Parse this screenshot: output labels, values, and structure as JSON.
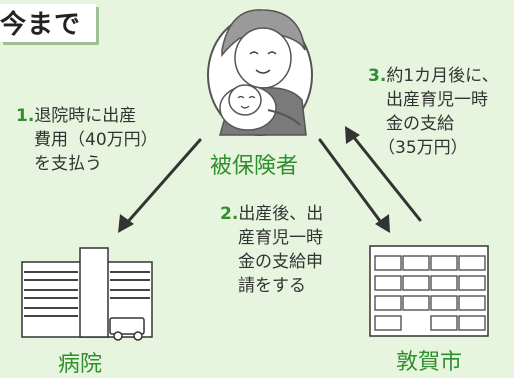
{
  "title": "今まで",
  "nodes": {
    "insured": "被保険者",
    "hospital": "病院",
    "city": "敦賀市"
  },
  "steps": [
    {
      "num": "1",
      "lines": [
        "退院時に出産",
        "費用（40万円）",
        "を支払う"
      ]
    },
    {
      "num": "2",
      "lines": [
        "出産後、出",
        "産育児一時",
        "金の支給申",
        "請をする"
      ]
    },
    {
      "num": "3",
      "lines": [
        "約1カ月後に、",
        "出産育児一時",
        "金の支給",
        "（35万円）"
      ]
    }
  ],
  "colors": {
    "background": "#e7f4de",
    "accent": "#2f8f2f",
    "arrow": "#333333"
  }
}
